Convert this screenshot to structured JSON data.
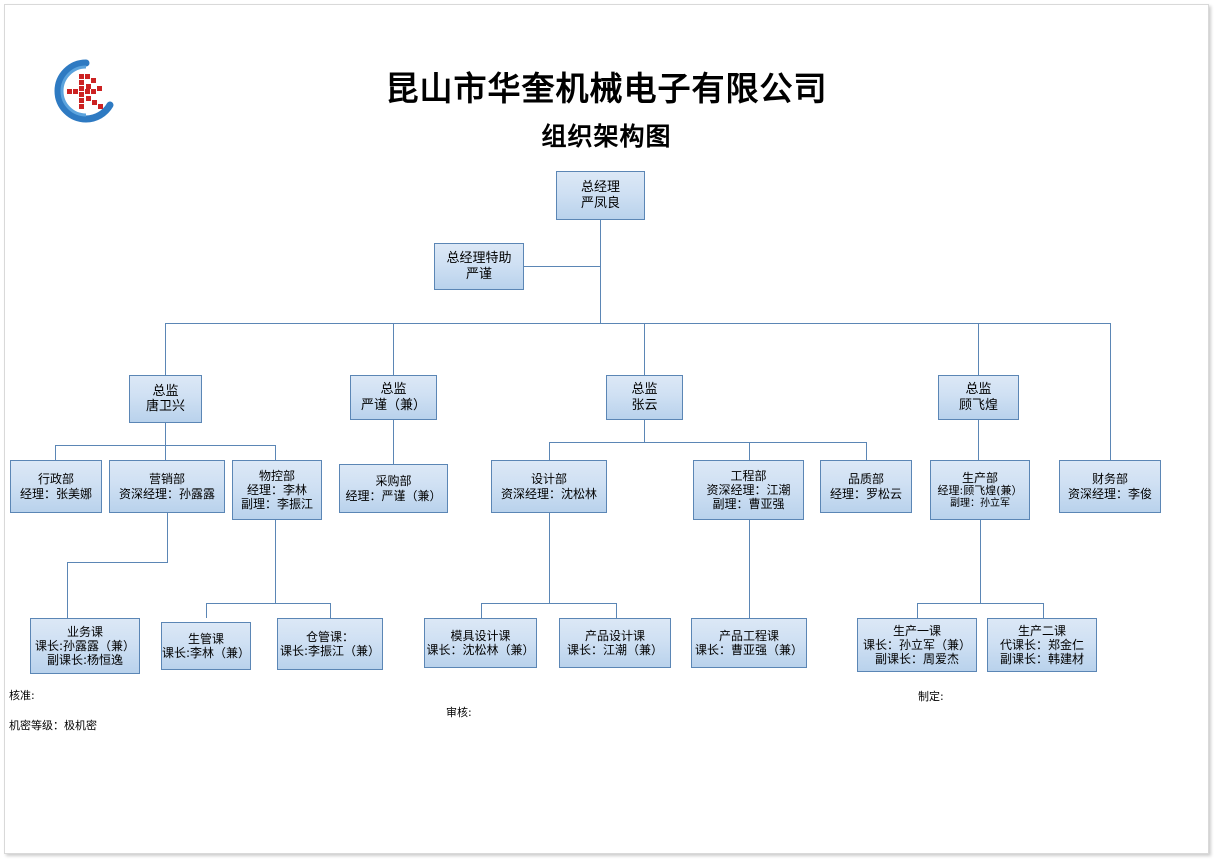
{
  "document": {
    "company_title": "昆山市华奎机械电子有限公司",
    "chart_title": "组织架构图",
    "logo_name": "company-logo-k-in-c"
  },
  "colors": {
    "node_border": "#5b86b5",
    "node_fill_top": "#dce8f6",
    "node_fill_bottom": "#b9d2ec",
    "connector": "#5b86b5",
    "logo_blue": "#2e7ac2",
    "logo_red": "#cc2222"
  },
  "nodes": {
    "gm": {
      "line1": "总经理",
      "line2": "严凤良"
    },
    "gm_asst": {
      "line1": "总经理特助",
      "line2": "严谨"
    },
    "dir1": {
      "line1": "总监",
      "line2": "唐卫兴"
    },
    "dir2": {
      "line1": "总监",
      "line2": "严谨（兼）"
    },
    "dir3": {
      "line1": "总监",
      "line2": "张云"
    },
    "dir4": {
      "line1": "总监",
      "line2": "顾飞煌"
    },
    "admin": {
      "line1": "行政部",
      "line2": "经理：张美娜"
    },
    "sales": {
      "line1": "营销部",
      "line2": "资深经理：孙露露"
    },
    "matctl": {
      "line1": "物控部",
      "line2": "经理：李林",
      "line3": "副理：李振江"
    },
    "purchase": {
      "line1": "采购部",
      "line2": "经理：严谨（兼）"
    },
    "design": {
      "line1": "设计部",
      "line2": "资深经理：沈松林"
    },
    "engineer": {
      "line1": "工程部",
      "line2": "资深经理：江潮",
      "line3": "副理：曹亚强"
    },
    "quality": {
      "line1": "品质部",
      "line2": "经理：罗松云"
    },
    "produce": {
      "line1": "生产部",
      "line2": "经理:顾飞煌(兼）",
      "line3": "副理：孙立军"
    },
    "finance": {
      "line1": "财务部",
      "line2": "资深经理：李俊"
    },
    "biz_sec": {
      "line1": "业务课",
      "line2": "课长:孙露露（兼）",
      "line3": "副课长:杨恒逸"
    },
    "prodctl_sec": {
      "line1": "生管课",
      "line2": "课长:李林（兼）"
    },
    "ware_sec": {
      "line1": "仓管课：",
      "line2": "课长:李振江（兼）"
    },
    "mold_sec": {
      "line1": "模具设计课",
      "line2": "课长：沈松林（兼）"
    },
    "pdesign_sec": {
      "line1": "产品设计课",
      "line2": "课长：江潮（兼）"
    },
    "peng_sec": {
      "line1": "产品工程课",
      "line2": "课长：曹亚强（兼）"
    },
    "prod1_sec": {
      "line1": "生产一课",
      "line2": "课长：孙立军（兼）",
      "line3": "副课长：周爱杰"
    },
    "prod2_sec": {
      "line1": "生产二课",
      "line2": "代课长：郑金仁",
      "line3": "副课长：韩建材"
    }
  },
  "footer": {
    "approve": "核准:",
    "confidential": "机密等级：极机密",
    "review": "审核:",
    "prepare": "制定:"
  }
}
